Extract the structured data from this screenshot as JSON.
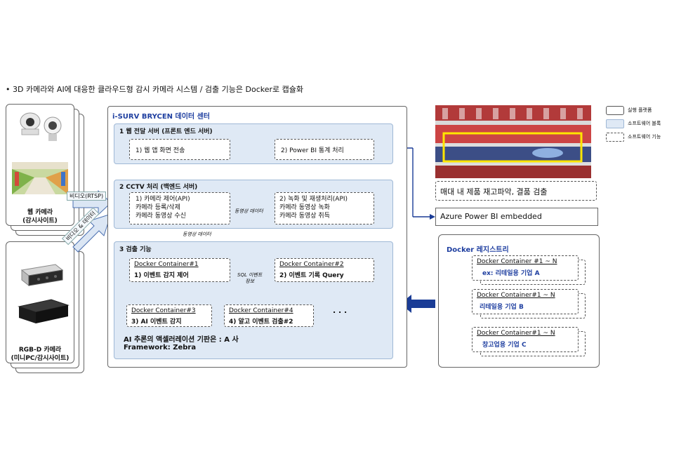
{
  "header": {
    "title": "•  3D 카메라와 AI에 대응한 클라우드형 감시 카메라 시스템 / 검출 기능은 Docker로 캡슐화"
  },
  "left": {
    "web_camera_label_1": "웹 카메라",
    "web_camera_label_2": "(감시사이트)",
    "rgbd_label_1": "RGB-D 카메라",
    "rgbd_label_2": "(미니PC/감시사이트)",
    "arrow_video_rtsp": "비디오(RTSP)",
    "arrow_video_data": "비디오 & 데이터"
  },
  "datacenter": {
    "title": "i-SURV BRYCEN 데이터 센터",
    "section1": {
      "title": "1 웹 전달 서버 (프론트 엔드 서버)",
      "box1": "1) 웹 앱 화면 전송",
      "box2": "2) Power BI 통계 처리"
    },
    "section2": {
      "title": "2 CCTV 처리 (백엔드 서버)",
      "box1": [
        "1) 카메라 제어(API)",
        "카메라 등록/삭제",
        "카메라 동영상 수신"
      ],
      "box2": [
        "2) 녹화 및 재생처리(API)",
        "카메라 동영상 녹화",
        "카메라 동영상 취득"
      ],
      "arrow_label": "동영상 데이터",
      "down_label": "동영상 데이터"
    },
    "section3": {
      "title": "3 검출 기능",
      "c1": [
        "Docker Container#1",
        "1) 이벤트 감지 제어"
      ],
      "c2": [
        "Docker Container#2",
        "2) 이벤트 기록 Query"
      ],
      "c3": [
        "Docker Container#3",
        "3) AI 이벤트 감지"
      ],
      "c4": [
        "Docker Container#4",
        "4) 알고 이벤트 검출#2"
      ],
      "dots": ". . .",
      "sql_label": [
        "SQL 이벤트",
        "정보"
      ],
      "footer1": "AI 추론의 액셀러레이션 기판은 : A 사",
      "footer2": "Framework: Zebra"
    }
  },
  "right": {
    "photo_caption": "매대 내 제품 재고파악, 결품 검출",
    "powerbi": "Azure Power BI embedded",
    "registry": {
      "title": "Docker 레지스트리",
      "items": [
        {
          "line1": "Docker Container #1 ~ N",
          "line2": "ex: 리테일용 기업 A"
        },
        {
          "line1": "Docker Container#1 ~ N",
          "line2": "리테일용 기업 B"
        },
        {
          "line1": "Docker Container#1 ~ N",
          "line2": "창고업용 기업 C"
        }
      ]
    }
  },
  "legend": {
    "items": [
      "실행 플랫폼",
      "소프트웨어 블록",
      "소프트웨어 기능"
    ]
  },
  "colors": {
    "panel": "#dfe9f5",
    "arrow_blue": "#1a3c96",
    "arrow_light": "#dbe6f4",
    "highlight": "#ffe600"
  }
}
